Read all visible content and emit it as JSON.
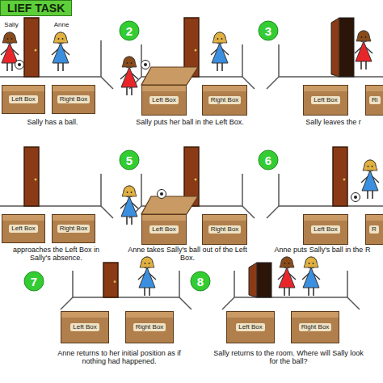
{
  "diagram": {
    "title": "LIEF TASK",
    "nodes": [
      {
        "text": [
          "Left Box"
        ]
      },
      {
        "text": [
          "Right Box"
        ]
      },
      {
        "text": [
          "2"
        ]
      },
      {
        "text": [
          "Left Box"
        ]
      },
      {
        "text": [
          "Right Box"
        ]
      },
      {
        "text": [
          "3"
        ]
      },
      {
        "text": [
          "Left Box"
        ]
      },
      {
        "text": [
          "Ri"
        ]
      },
      {
        "text": [
          "Left Box"
        ]
      },
      {
        "text": [
          "Right Box"
        ]
      },
      {
        "text": [
          "5"
        ]
      },
      {
        "text": [
          "Left Box"
        ]
      },
      {
        "text": [
          "Right Box"
        ]
      },
      {
        "text": [
          "6"
        ]
      },
      {
        "text": [
          "Left Box"
        ]
      },
      {
        "text": [
          "R"
        ]
      },
      {
        "text": [
          "7"
        ]
      },
      {
        "text": [
          "Left Box"
        ]
      },
      {
        "text": [
          "Right Box"
        ]
      },
      {
        "text": [
          "8"
        ]
      },
      {
        "text": [
          "Left Box"
        ]
      },
      {
        "text": [
          "Right Box"
        ]
      }
    ],
    "labels": [
      "Sally",
      "Anne",
      "Sally has a ball.",
      "Sally puts her ball in the Left Box.",
      "Sally leaves the r",
      "approaches the Left Box in Sally's absence.",
      "Anne takes Sally's ball out of the Left Box.",
      "Anne puts Sally's ball in the R",
      "Anne returns to her initial position as if nothing had happened.",
      "Sally returns to the room. Where will Sally look for the ball?"
    ]
  }
}
